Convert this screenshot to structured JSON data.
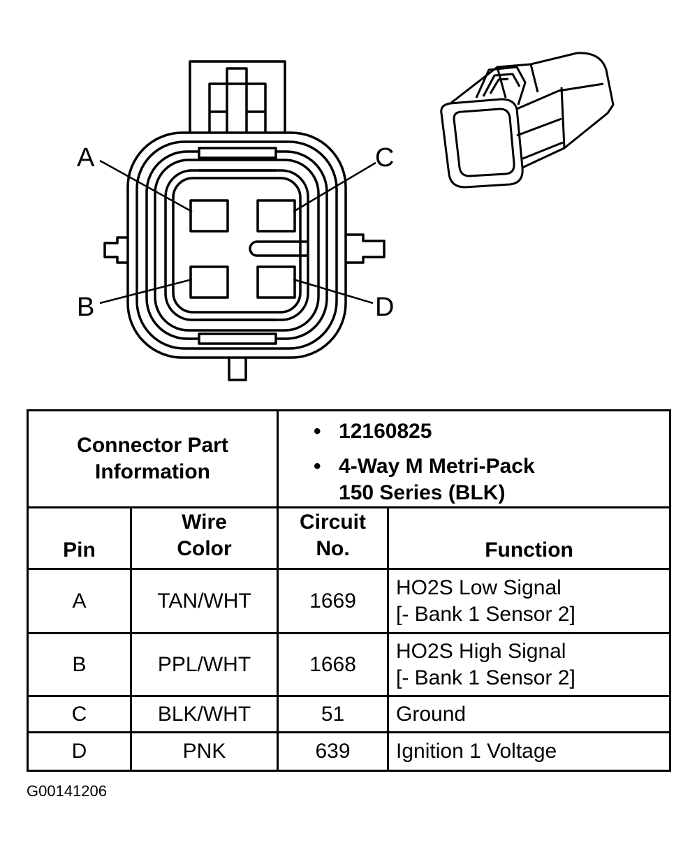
{
  "diagram": {
    "pin_labels": [
      "A",
      "B",
      "C",
      "D"
    ]
  },
  "table": {
    "part_info_label": "Connector Part Information",
    "part_number": "12160825",
    "connector_desc_line1": "4-Way M Metri-Pack",
    "connector_desc_line2": "150 Series (BLK)",
    "headers": {
      "pin": "Pin",
      "wire_color": "Wire Color",
      "circuit": "Circuit No.",
      "function": "Function"
    },
    "rows": [
      {
        "pin": "A",
        "wire_color": "TAN/WHT",
        "circuit": "1669",
        "function_line1": "HO2S Low Signal",
        "function_line2": "[- Bank 1 Sensor 2]"
      },
      {
        "pin": "B",
        "wire_color": "PPL/WHT",
        "circuit": "1668",
        "function_line1": "HO2S High Signal",
        "function_line2": "[- Bank 1 Sensor 2]"
      },
      {
        "pin": "C",
        "wire_color": "BLK/WHT",
        "circuit": "51",
        "function_line1": "Ground",
        "function_line2": ""
      },
      {
        "pin": "D",
        "wire_color": "PNK",
        "circuit": "639",
        "function_line1": "Ignition 1 Voltage",
        "function_line2": ""
      }
    ]
  },
  "figure_id": "G00141206"
}
